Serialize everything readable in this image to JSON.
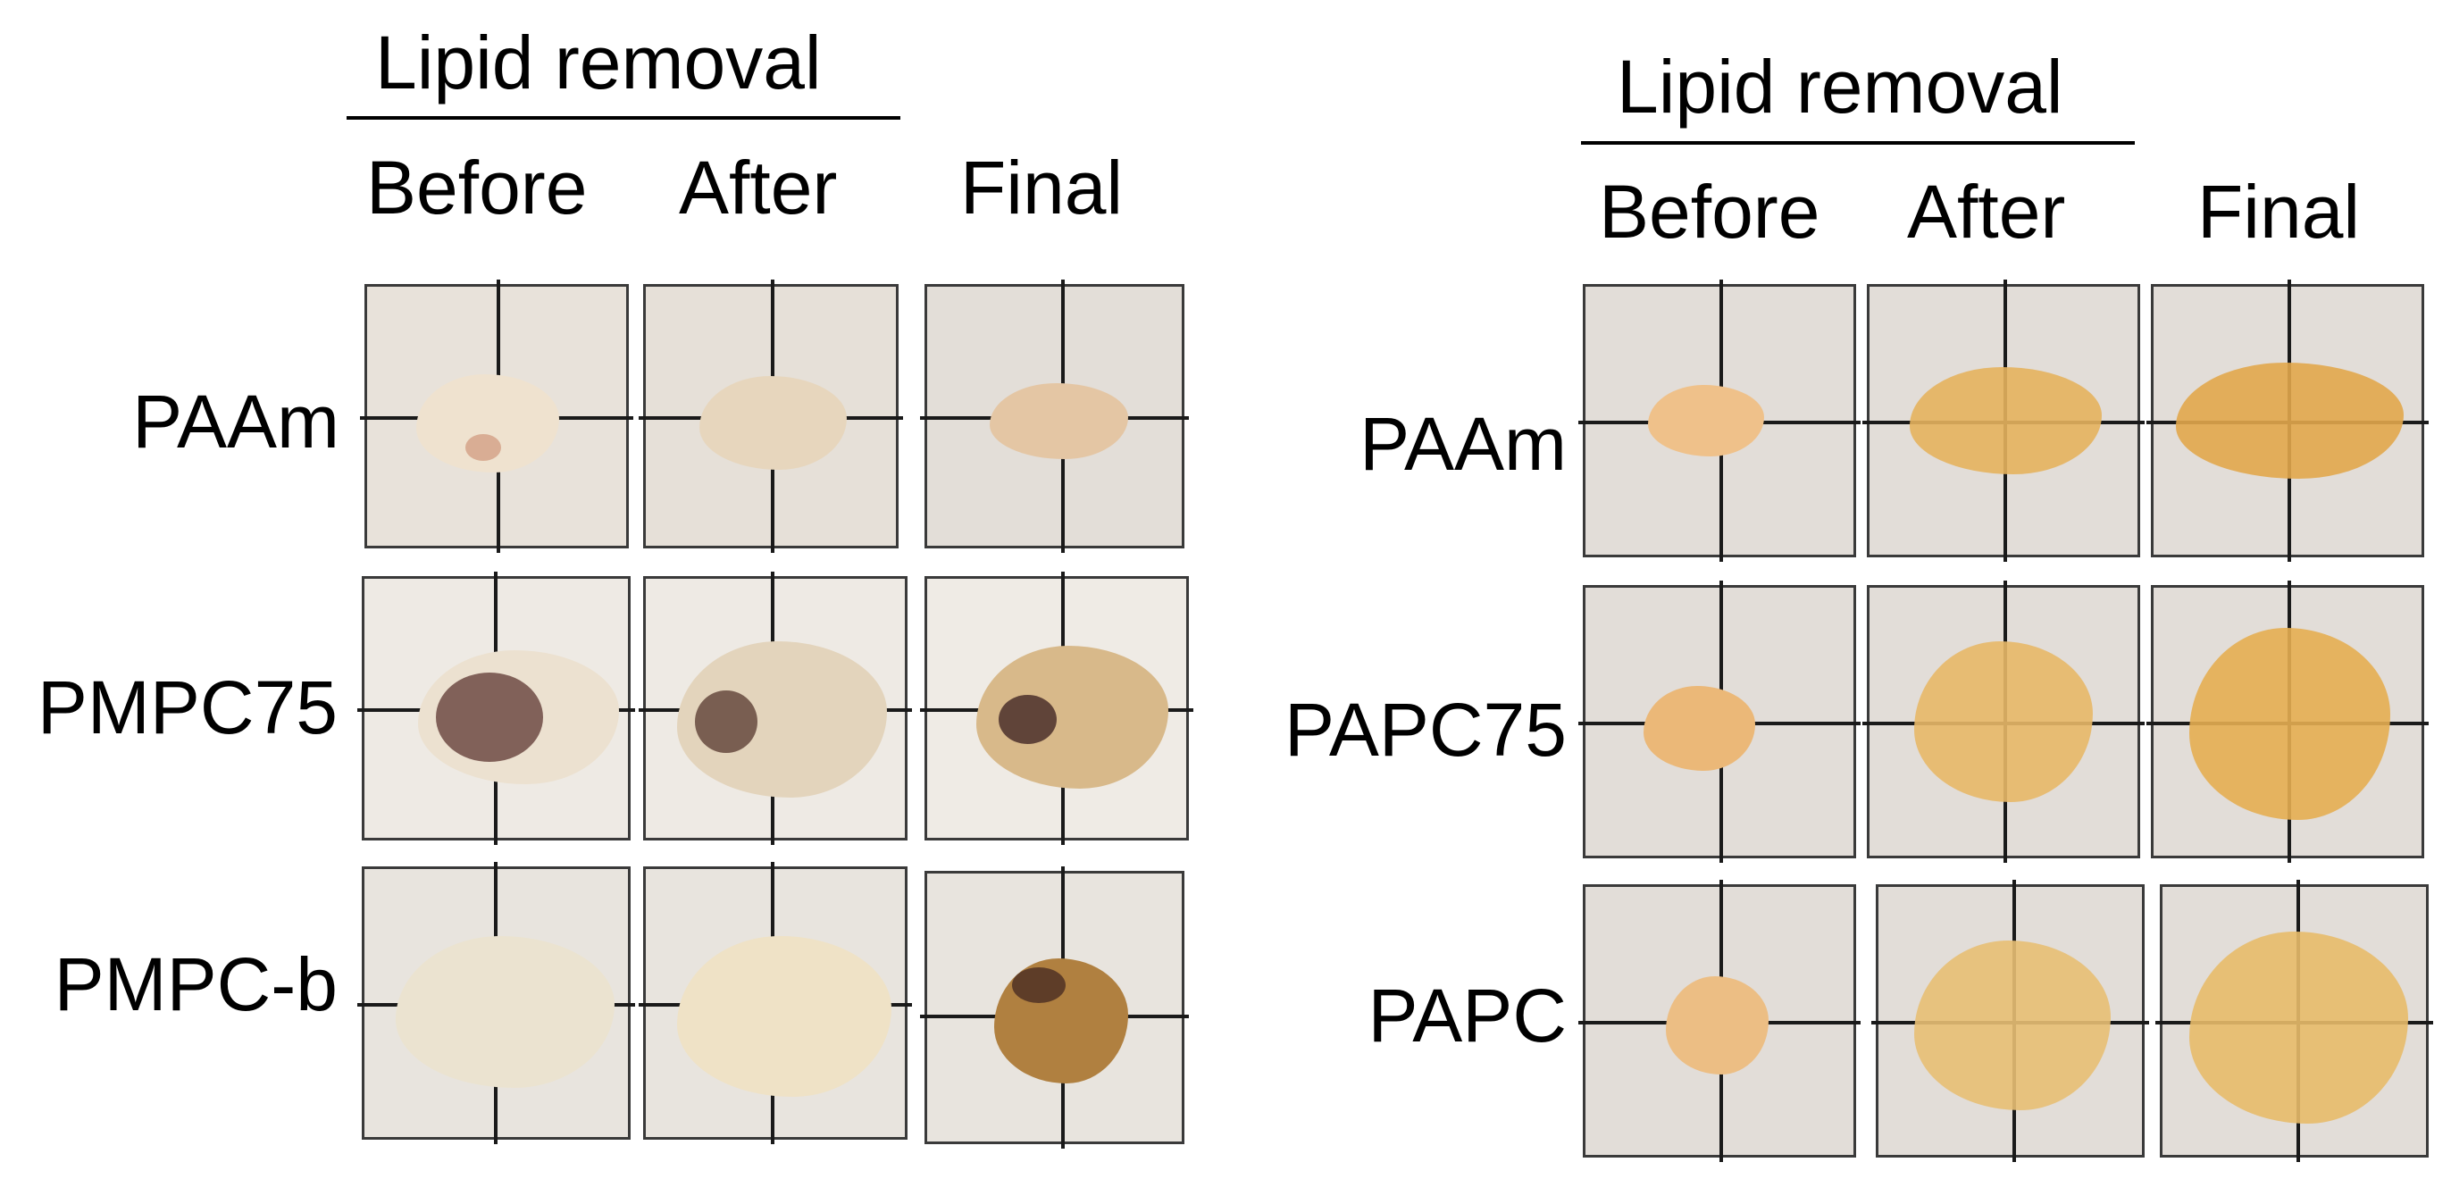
{
  "panels": [
    {
      "id": "left",
      "group_title": "Lipid removal",
      "columns": [
        "Before",
        "After",
        "Final"
      ],
      "rows": [
        {
          "label": "PAAm"
        },
        {
          "label": "PMPC75"
        },
        {
          "label": "PMPC-b"
        }
      ]
    },
    {
      "id": "right",
      "group_title": "Lipid removal",
      "columns": [
        "Before",
        "After",
        "Final"
      ],
      "rows": [
        {
          "label": "PAAm"
        },
        {
          "label": "PAPC75"
        },
        {
          "label": "PAPC"
        }
      ]
    }
  ],
  "colors": {
    "grid_paper": "#e6e1da",
    "grid_line": "#1a1a1a",
    "sample_pale": "#eadcc8",
    "sample_dark": "#5a3a32",
    "sample_gel": "#e6b25e",
    "sample_amber": "#b07a2e"
  }
}
